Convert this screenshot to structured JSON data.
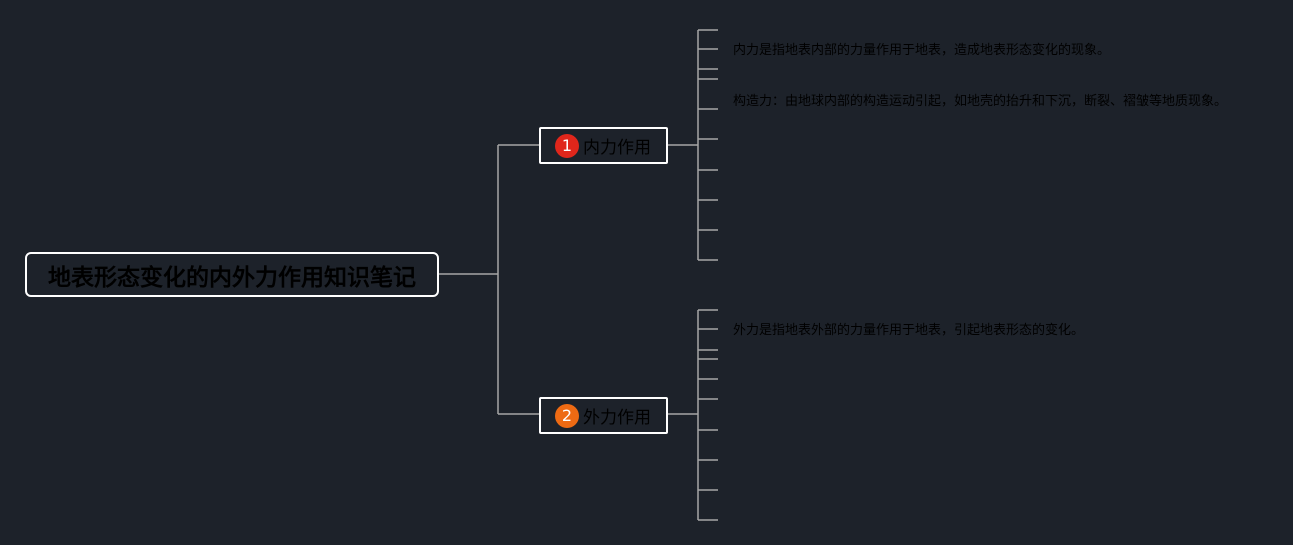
{
  "root": {
    "title": "地表形态变化的内外力作用知识笔记"
  },
  "branches": [
    {
      "badge": "1",
      "badge_color": "#e0261b",
      "label": "内力作用",
      "notes": [
        "内力是指地表内部的力量作用于地表，造成地表形态变化的现象。",
        "构造力：由地球内部的构造运动引起，如地壳的抬升和下沉，断裂、褶皱等地质现象。"
      ]
    },
    {
      "badge": "2",
      "badge_color": "#ee6a13",
      "label": "外力作用",
      "notes": [
        "外力是指地表外部的力量作用于地表，引起地表形态的变化。"
      ]
    }
  ],
  "colors": {
    "background": "#1d222a",
    "connector": "#a6a6a6",
    "node_border": "#ffffff"
  }
}
